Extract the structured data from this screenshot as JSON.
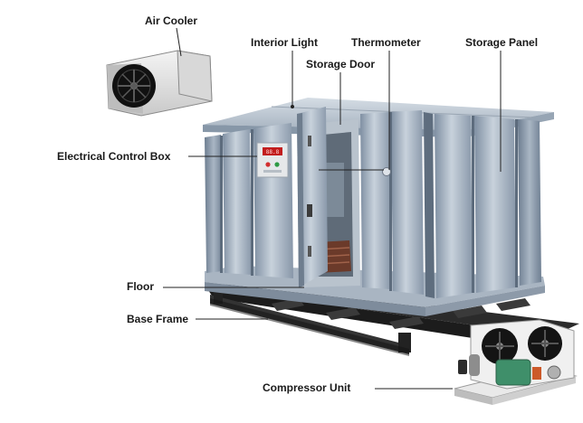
{
  "labels": {
    "air_cooler": "Air Cooler",
    "interior_light": "Interior Light",
    "thermometer": "Thermometer",
    "storage_panel": "Storage Panel",
    "storage_door": "Storage Door",
    "electrical_control_box": "Electrical Control Box",
    "floor": "Floor",
    "base_frame": "Base Frame",
    "compressor_unit": "Compressor Unit"
  },
  "control_box_display": "88.8",
  "colors": {
    "panel": "#9aa8b8",
    "panel_light": "#c6d0da",
    "frame": "#2b2b2b",
    "leader_line": "#222222",
    "compressor_green": "#3f8f6a"
  }
}
